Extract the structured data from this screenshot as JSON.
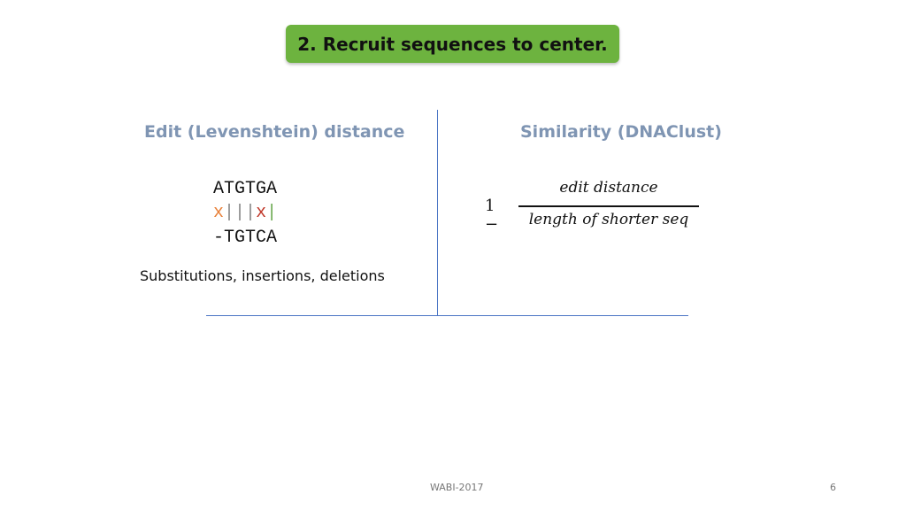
{
  "title": "2. Recruit sequences to center.",
  "left": {
    "heading": "Edit (Levenshtein) distance",
    "seq_top": "ATGTGA",
    "align_chars": [
      "x",
      "|",
      "|",
      "|",
      "x",
      "|"
    ],
    "seq_bottom": "-TGTCA",
    "description": "Substitutions, insertions, deletions"
  },
  "right": {
    "heading": "Similarity (DNAClust)",
    "formula_one": "1 −",
    "numerator": "edit distance",
    "denominator": "length of shorter seq"
  },
  "footer": {
    "text": "WABI-2017",
    "page": "6"
  },
  "colors": {
    "title_bg": "#6db33f",
    "heading": "#7f95b3",
    "divider": "#4a74c4"
  }
}
